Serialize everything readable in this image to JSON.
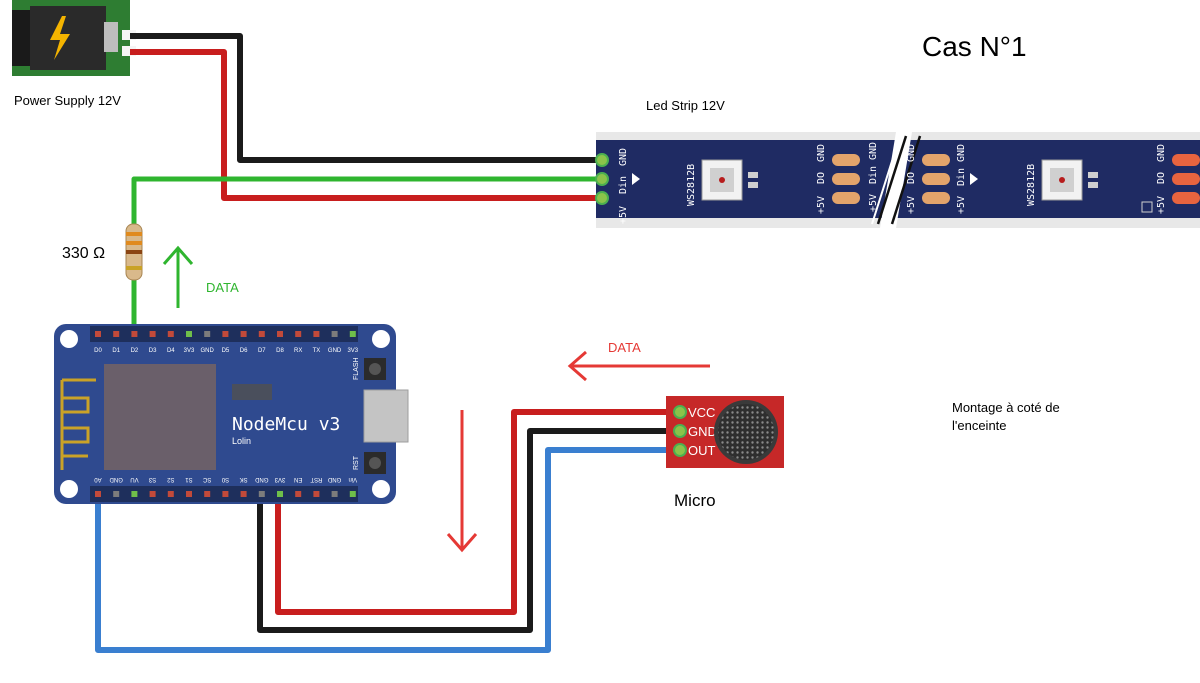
{
  "title": "Cas N°1",
  "power_supply": {
    "label": "Power Supply 12V"
  },
  "led_strip": {
    "label": "Led Strip 12V",
    "chip_label": "WS2812B",
    "left_pins": [
      "GND",
      "Din",
      "+5V"
    ],
    "mid_pins_left": [
      "GND",
      "DO",
      "+5V"
    ],
    "mid_pins_right": [
      "GND",
      "Din",
      "+5V"
    ],
    "end_pins": [
      "GND",
      "DO",
      "+5V"
    ]
  },
  "resistor": {
    "label": "330 Ω"
  },
  "data_labels": {
    "to_strip": "DATA",
    "from_micro": "DATA"
  },
  "nodemcu": {
    "name": "NodeMcu v3",
    "brand": "Lolin",
    "top_pins": [
      "D0",
      "D1",
      "D2",
      "D3",
      "D4",
      "3V3",
      "GND",
      "D5",
      "D6",
      "D7",
      "D8",
      "RX",
      "TX",
      "GND",
      "3V3"
    ],
    "bottom_pins": [
      "A0",
      "GND",
      "VU",
      "S3",
      "S2",
      "S1",
      "SC",
      "S0",
      "SK",
      "GND",
      "3V3",
      "EN",
      "RST",
      "GND",
      "Vin"
    ],
    "flash_label": "FLASH",
    "rst_label": "RST"
  },
  "micro": {
    "label": "Micro",
    "pins": [
      "VCC",
      "GND",
      "OUT"
    ]
  },
  "note": {
    "line1": "Montage à coté de",
    "line2": "l'enceinte"
  },
  "colors": {
    "wire_black": "#1b1b1b",
    "wire_red": "#c81e1e",
    "wire_green": "#2fb52f",
    "wire_blue": "#3a7fd0",
    "board_blue": "#2f4a8f",
    "strip_navy": "#1f2b63",
    "micro_red": "#c62828",
    "arrow_green": "#2fb52f",
    "arrow_red": "#e53935"
  }
}
